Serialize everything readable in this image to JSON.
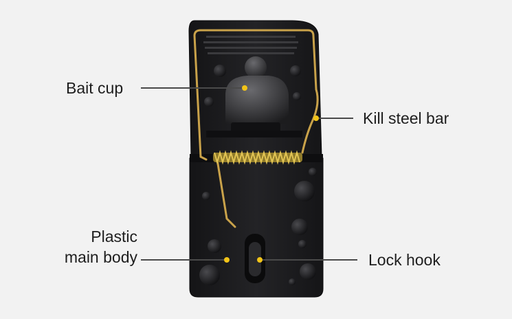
{
  "labels": {
    "bait_cup": "Bait cup",
    "kill_bar": "Kill steel bar",
    "body_line1": "Plastic",
    "body_line2": "main body",
    "lock_hook": "Lock hook"
  },
  "colors": {
    "background": "#f2f2f2",
    "trap_body": "#1d1d1f",
    "wire": "#c9a24a",
    "spring": "#d6b84a",
    "marker_dot": "#f2c418",
    "leader_line": "#4a4a4a",
    "label_text": "#1e1e1e"
  }
}
